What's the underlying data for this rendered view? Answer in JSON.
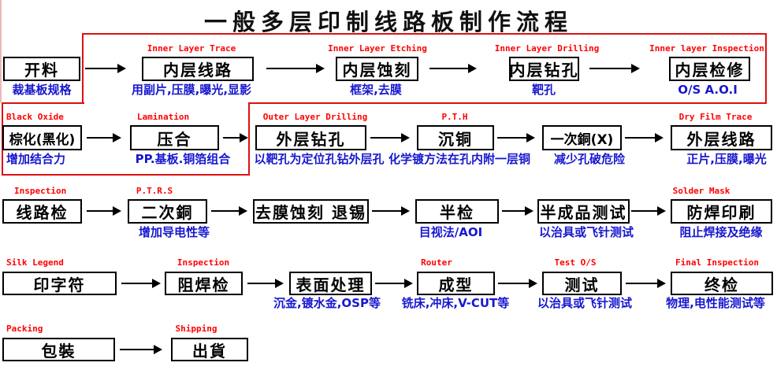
{
  "title": "一般多层印制线路板制作流程",
  "colors": {
    "label_red": "#ff0000",
    "note_blue": "#1717cf",
    "outline_red": "#dd1010",
    "box_border": "#000000",
    "background": "#ffffff"
  },
  "rows": [
    {
      "name": "row-1-inner-layer",
      "steps": [
        {
          "box": "开料",
          "note": "裁基板规格"
        },
        {
          "label_en": "Inner Layer Trace",
          "box": "内层线路",
          "note": "用副片,压膜,曝光,显影"
        },
        {
          "label_en": "Inner Layer Etching",
          "box": "内层蚀刻",
          "note": "框架,去膜"
        },
        {
          "label_en": "Inner Layer Drilling",
          "box": "内层钻孔",
          "note": "靶孔"
        },
        {
          "label_en": "Inner layer Inspection",
          "box": "内层检修",
          "note": "O/S A.O.I"
        }
      ]
    },
    {
      "name": "row-2-outer-layer",
      "steps": [
        {
          "label_en": "Black Oxide",
          "box": "棕化(黑化)",
          "note": "增加结合力"
        },
        {
          "label_en": "Lamination",
          "box": "压合",
          "note": "PP.基板.铜箔组合"
        },
        {
          "label_en": "Outer Layer Drilling",
          "box": "外层钻孔",
          "note": "以靶孔为定位孔钻外层孔"
        },
        {
          "label_en": "P.T.H",
          "box": "沉铜",
          "note": "化学镀方法在孔内附一层铜"
        },
        {
          "box": "一次銅(X)",
          "note": "减少孔破危险"
        },
        {
          "label_en": "Dry Film Trace",
          "box": "外层线路",
          "note": "正片,压膜,曝光"
        }
      ]
    },
    {
      "name": "row-3-plating-test",
      "steps": [
        {
          "label_en": "Inspection",
          "box": "线路检"
        },
        {
          "label_en": "P.T.R.S",
          "box": "二次銅",
          "note": "增加导电性等"
        },
        {
          "box": "去膜蚀刻 退锡"
        },
        {
          "box": "半检",
          "note": "目视法/AOI"
        },
        {
          "box": "半成品测试",
          "note": "以治具或飞针测试"
        },
        {
          "label_en": "Solder Mask",
          "box": "防焊印刷",
          "note": "阻止焊接及绝缘"
        }
      ]
    },
    {
      "name": "row-4-finishing",
      "steps": [
        {
          "label_en": "Silk Legend",
          "box": "印字符"
        },
        {
          "label_en": "Inspection",
          "box": "阻焊检"
        },
        {
          "box": "表面处理",
          "note": "沉金,镀水金,OSP等"
        },
        {
          "label_en": "Router",
          "box": "成型",
          "note": "铣床,冲床,V-CUT等"
        },
        {
          "label_en": "Test O/S",
          "box": "测试",
          "note": "以治具或飞针测试"
        },
        {
          "label_en": "Final Inspection",
          "box": "终检",
          "note": "物理,电性能测试等"
        }
      ]
    },
    {
      "name": "row-5-pack-ship",
      "steps": [
        {
          "label_en": "Packing",
          "box": "包裝"
        },
        {
          "label_en": "Shipping",
          "box": "出貨"
        }
      ]
    }
  ]
}
